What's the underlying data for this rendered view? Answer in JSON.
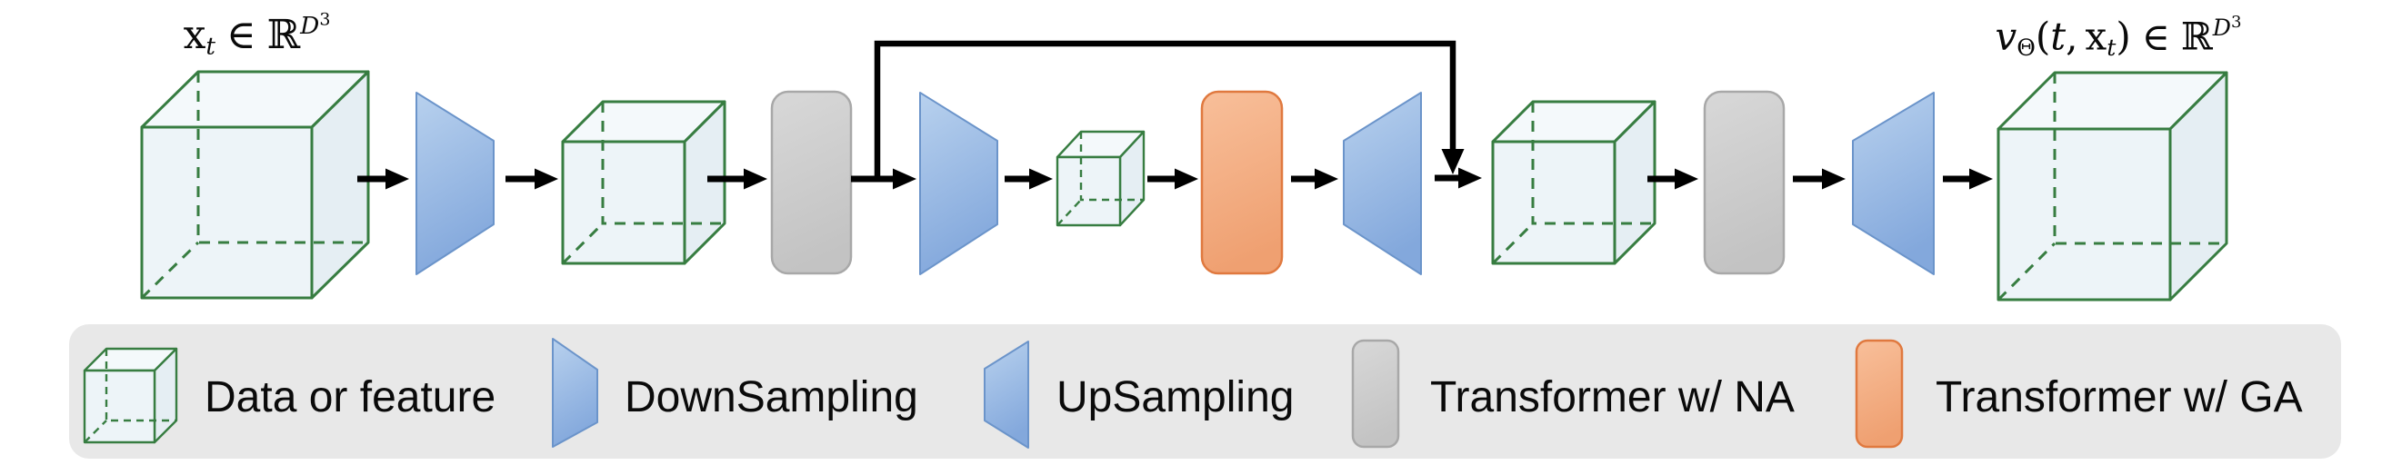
{
  "title_labels": {
    "input": {
      "var": "x",
      "var_sub": "t",
      "rel": "∈",
      "set": "ℝ",
      "dim": "D",
      "dim_exp": "3"
    },
    "output": {
      "var": "v",
      "var_sub": "Θ",
      "paren_open": "(",
      "arg_t": "t",
      "comma": ",",
      "arg_x": "x",
      "arg_x_sub": "t",
      "paren_close": ")",
      "rel": "∈",
      "set": "ℝ",
      "dim": "D",
      "dim_exp": "3"
    }
  },
  "legend": {
    "items": [
      {
        "icon": "data-cube-icon",
        "label": "Data or feature"
      },
      {
        "icon": "downsampling-icon",
        "label": "DownSampling"
      },
      {
        "icon": "upsampling-icon",
        "label": "UpSampling"
      },
      {
        "icon": "transformer-na-icon",
        "label": "Transformer w/ NA"
      },
      {
        "icon": "transformer-ga-icon",
        "label": "Transformer w/ GA"
      }
    ]
  },
  "pipeline": {
    "sequence": [
      "data (large cube)",
      "downsampling",
      "data (medium cube)",
      "transformer w/ NA",
      "downsampling",
      "data (small cube)",
      "transformer w/ GA",
      "upsampling",
      "data (medium cube)",
      "transformer w/ NA",
      "upsampling",
      "data (large cube)"
    ],
    "skip_connection": "branch after first Transformer w/ NA rejoins after first UpSampling"
  },
  "colors": {
    "cube_stroke": "#377d41",
    "cube_front": "#edf4f8",
    "cube_top": "#f4f9fb",
    "cube_side": "#e5eef3",
    "trap_light": "#b8d1ee",
    "trap_dark": "#83a8dc",
    "trap_stroke": "#6b94ca",
    "block_gray_light": "#d8d8d8",
    "block_gray_dark": "#c3c3c3",
    "block_gray_stroke": "#a8a8a8",
    "block_orange_light": "#f8bf9a",
    "block_orange_dark": "#efa071",
    "block_orange_stroke": "#e0793f",
    "legend_bg": "#e8e8e8",
    "line_black": "#000000",
    "text_color": "#0a0a0a"
  }
}
